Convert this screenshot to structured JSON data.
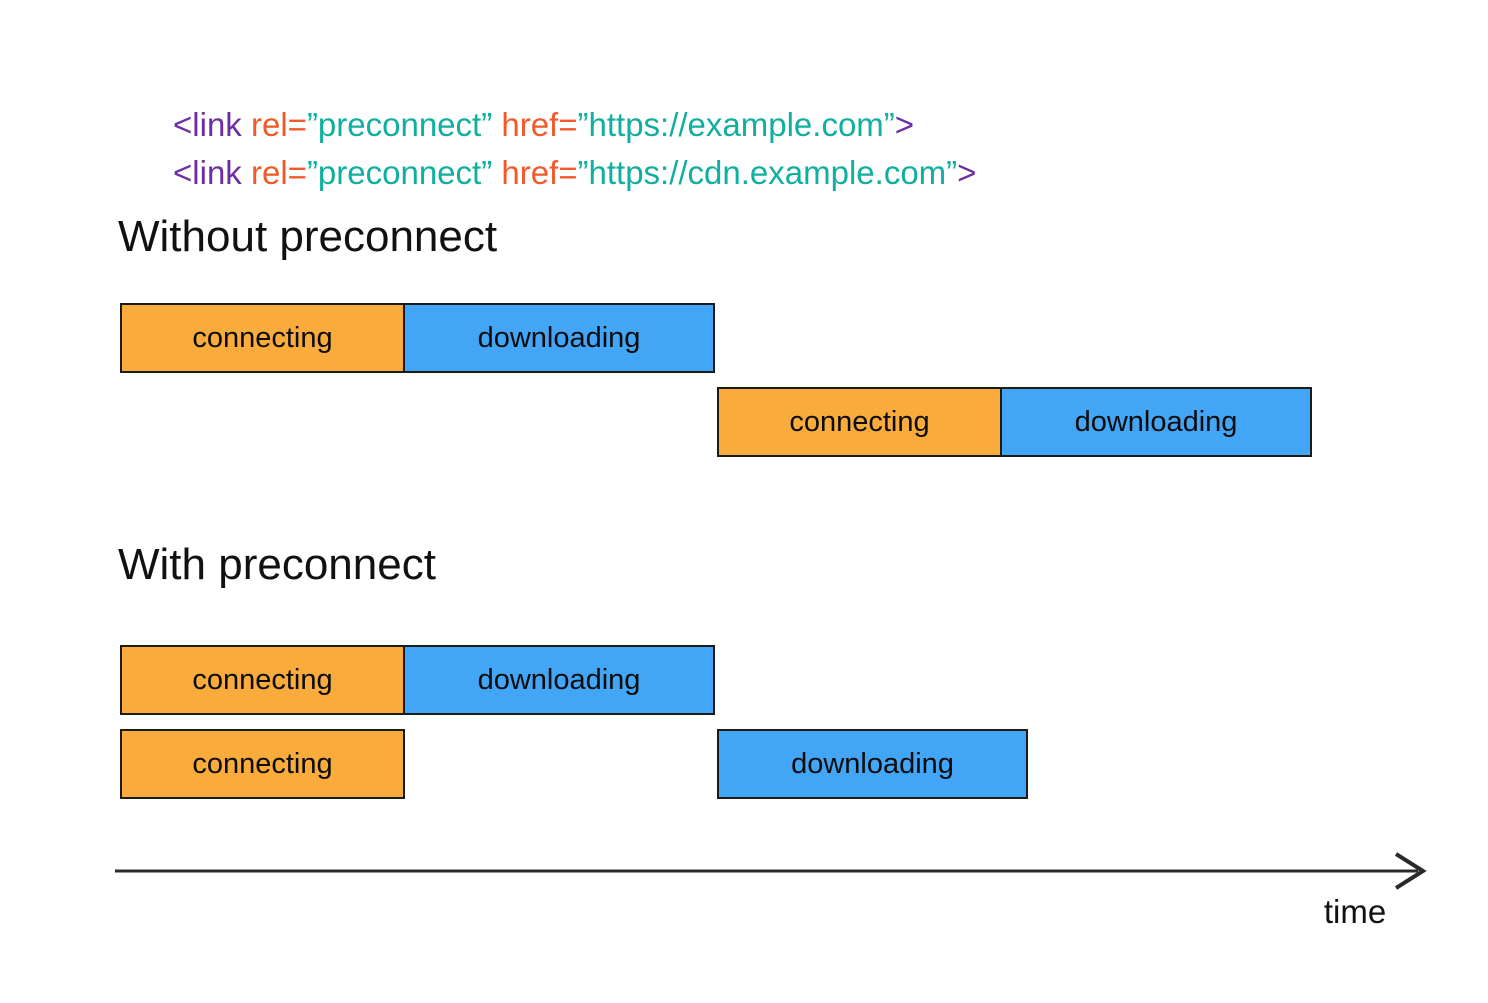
{
  "code": {
    "line1": {
      "tag_open": "<link",
      "attr_rel": " rel=",
      "val_rel": "”preconnect”",
      "attr_href": " href=",
      "val_href": "”https://example.com”",
      "bracket_close": ">"
    },
    "line2": {
      "tag_open": "<link",
      "attr_rel": " rel=",
      "val_rel": "”preconnect”",
      "attr_href": " href=",
      "val_href": "”https://cdn.example.com”",
      "bracket_close": ">"
    }
  },
  "sections": {
    "without": {
      "heading": "Without preconnect",
      "rows": [
        {
          "segments": [
            {
              "label": "connecting"
            },
            {
              "label": "downloading"
            }
          ]
        },
        {
          "segments": [
            {
              "label": "connecting"
            },
            {
              "label": "downloading"
            }
          ]
        }
      ]
    },
    "with": {
      "heading": "With preconnect",
      "rows": [
        {
          "segments": [
            {
              "label": "connecting"
            },
            {
              "label": "downloading"
            }
          ]
        },
        {
          "segments": [
            {
              "label": "connecting"
            },
            {
              "label": "downloading"
            }
          ]
        }
      ]
    }
  },
  "axis": {
    "label": "time"
  },
  "palette": {
    "connecting_fill": "#f9ab3b",
    "downloading_fill": "#42a5f5",
    "bar_border": "#1b1b1b",
    "code_purple": "#6c2ea2",
    "code_orange": "#f1592a",
    "code_teal": "#10af9f",
    "axis_stroke": "#2a2a2a"
  }
}
